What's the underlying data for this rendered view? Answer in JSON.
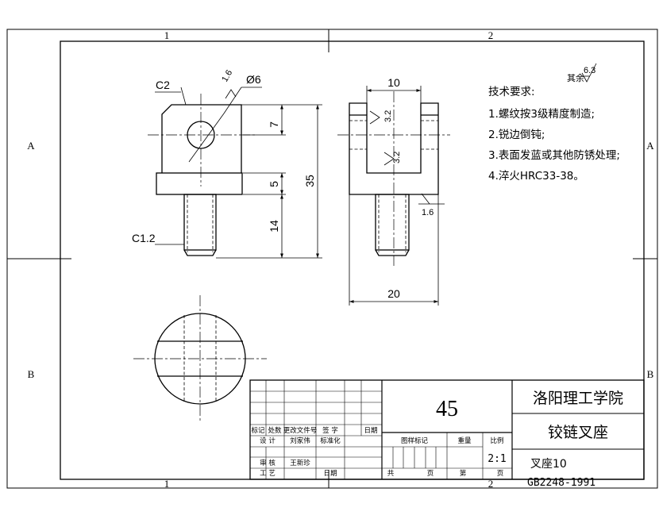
{
  "zones": {
    "col1": "1",
    "col2": "2",
    "rowA": "A",
    "rowB": "B"
  },
  "front_view": {
    "chamfer_top": "C2",
    "chamfer_bottom": "C1.2",
    "hole_diameter": "Ø6",
    "hole_roughness": "1.6",
    "dim_top": "7",
    "dim_flange": "5",
    "dim_thread": "14",
    "dim_total": "35"
  },
  "side_view": {
    "slot_width": "10",
    "base_width": "20",
    "slot_roughness_1": "3.2",
    "slot_roughness_2": "3.2",
    "shank_roughness": "1.6"
  },
  "general_roughness": {
    "label": "其余",
    "value": "6.3"
  },
  "tech_requirements": {
    "title": "技术要求:",
    "items": [
      "1.螺纹按3级精度制造;",
      "2.锐边倒钝;",
      "3.表面发蓝或其他防锈处理;",
      "4.淬火HRC33-38。"
    ]
  },
  "title_block": {
    "material": "45",
    "school": "洛阳理工学院",
    "part_name": "铰链叉座",
    "drawing_name": "叉座10",
    "standard": "GB2248-1991",
    "scale": "2:1",
    "headers": {
      "mark": "标记",
      "zone": "处数",
      "change_doc": "更改文件号",
      "signature": "签 字",
      "date": "日期",
      "design": "设 计",
      "standardization": "标准化",
      "review": "审 核",
      "process": "工 艺",
      "date2": "日期",
      "stage_mark": "图样标记",
      "weight": "重量",
      "scale": "比例",
      "total": "共",
      "sheets": "页",
      "sheet_no": "第",
      "page": "页"
    },
    "designer": "刘家伟",
    "reviewer": "王新珍"
  }
}
